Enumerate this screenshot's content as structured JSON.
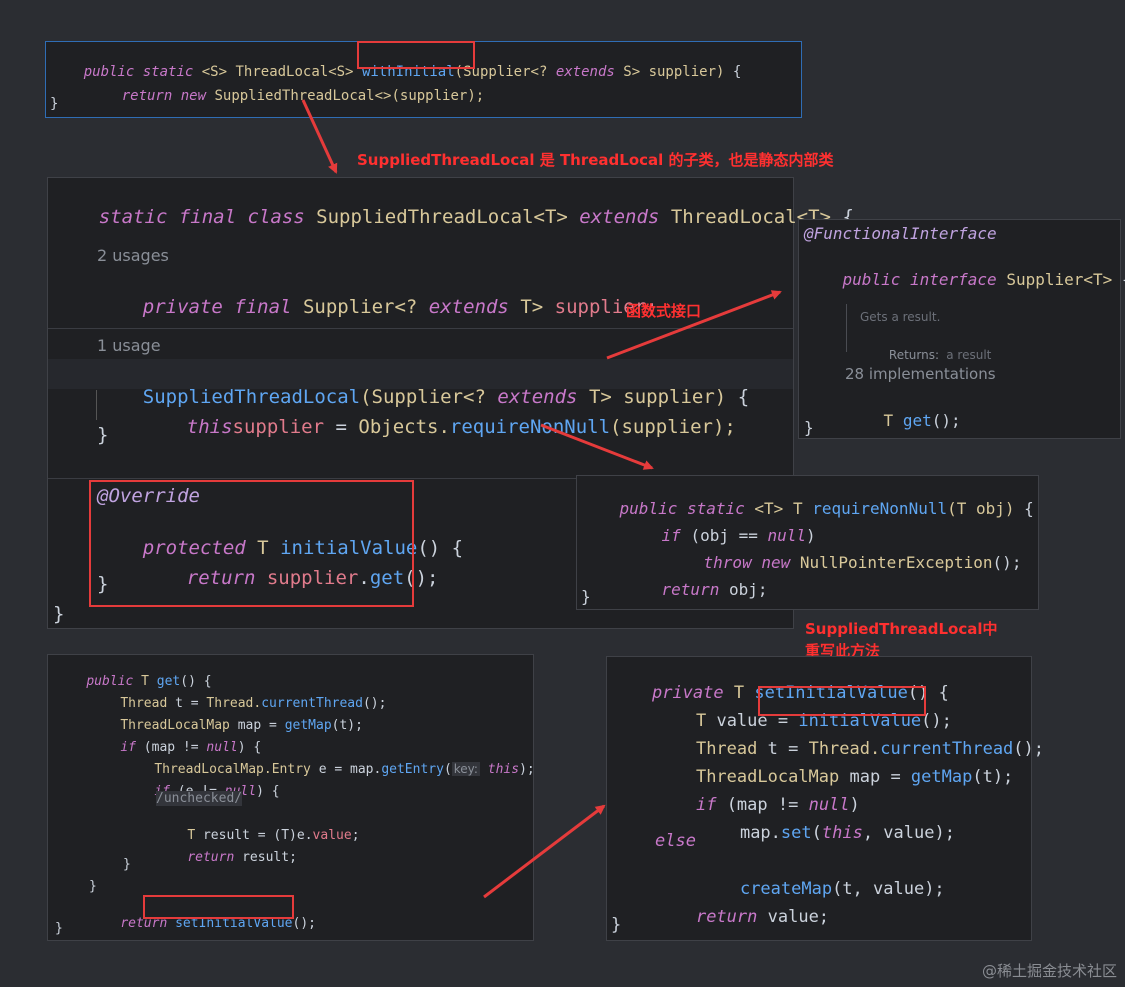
{
  "panel1": {
    "l1": {
      "a": "public",
      "b": "static",
      "c": "<S>",
      "d": "ThreadLocal<S>",
      "e": "withInitial",
      "f": "(Supplier<?",
      "g": "extends",
      "h": "S>",
      "i": "supplier)",
      "j": "{"
    },
    "l2": {
      "a": "return",
      "b": "new",
      "c": "SuppliedThreadLocal<>(supplier);"
    },
    "l3": "}"
  },
  "note1": "SuppliedThreadLocal 是 ThreadLocal 的子类，也是静态内部类",
  "panel2": {
    "l1": {
      "a": "static",
      "b": "final",
      "c": "class",
      "d": "SuppliedThreadLocal<T>",
      "e": "extends",
      "f": "ThreadLocal<T>",
      "g": "{"
    },
    "usages1": "2 usages",
    "l2": {
      "a": "private",
      "b": "final",
      "c": "Supplier<?",
      "d": "extends",
      "e": "T>",
      "f": "supplier;"
    },
    "usages2": "1 usage",
    "l3": {
      "a": "SuppliedThreadLocal",
      "b": "(Supplier<?",
      "c": "extends",
      "d": "T>",
      "e": "supplier)",
      "f": "{"
    },
    "l4": {
      "a": "this",
      ".": ".",
      "b": "supplier",
      "c": " = ",
      "d": "Objects.",
      "e": "requireNonNull",
      "f": "(supplier);"
    },
    "l5": "}",
    "l6": "@Override",
    "l7": {
      "a": "protected",
      "b": "T",
      "c": "initialValue",
      "d": "() {"
    },
    "l8": {
      "a": "return",
      "b": "supplier",
      "c": ".",
      "d": "get",
      "e": "();"
    },
    "l9": "}",
    "l10": "}"
  },
  "panel3": {
    "l1": "@FunctionalInterface",
    "l2": {
      "a": "public",
      "b": "interface",
      "c": "Supplier<T>",
      "d": "{"
    },
    "doc1": "Gets a result.",
    "doc2a": "Returns:",
    "doc2b": "a result",
    "impl": "28 implementations",
    "l3": {
      "a": "T",
      "b": "get",
      "c": "();"
    },
    "l4": "}"
  },
  "note2": "函数式接口",
  "panel4": {
    "l1": {
      "a": "public",
      "b": "static",
      "c": "<T>",
      "d": "T",
      "e": "requireNonNull",
      "f": "(T",
      "g": "obj)",
      "h": "{"
    },
    "l2": {
      "a": "if",
      "b": "(obj == ",
      "c": "null",
      ")": ")"
    },
    "l3": {
      "a": "throw",
      "b": "new",
      "c": "NullPointerException",
      "d": "();"
    },
    "l4": {
      "a": "return",
      "b": "obj;"
    },
    "l5": "}"
  },
  "note3": {
    "a": "SuppliedThreadLocal中",
    "b": "重写此方法"
  },
  "panel5": {
    "l1": {
      "a": "public",
      "b": "T",
      "c": "get",
      "d": "() {"
    },
    "l2": {
      "a": "Thread",
      "b": "t = ",
      "c": "Thread.",
      "d": "currentThread",
      "e": "();"
    },
    "l3": {
      "a": "ThreadLocalMap",
      "b": "map = ",
      "c": "getMap",
      "d": "(t);"
    },
    "l4": {
      "a": "if",
      "b": "(map != ",
      "c": "null",
      ")": ") {"
    },
    "l5": {
      "a": "ThreadLocalMap.Entry",
      "b": "e = map.",
      "c": "getEntry",
      "d": "(",
      "hint": "key:",
      "e": "this",
      "f": ");"
    },
    "l6": {
      "a": "if",
      "b": "(e != ",
      "c": "null",
      ")": ") {"
    },
    "l7": "/unchecked/",
    "l8": {
      "a": "T",
      "b": "result = (T)e.",
      "c": "value",
      "d": ";"
    },
    "l9": {
      "a": "return",
      "b": "result;"
    },
    "l10": "}",
    "l11": "}",
    "l12": {
      "a": "return",
      "b": "setInitialValue",
      "c": "();"
    },
    "l13": "}"
  },
  "panel6": {
    "l1": {
      "a": "private",
      "b": "T",
      "c": "setInitialValue",
      "d": "() {"
    },
    "l2": {
      "a": "T",
      "b": "value = ",
      "c": "initialValue",
      "d": "();"
    },
    "l3": {
      "a": "Thread",
      "b": "t = ",
      "c": "Thread.",
      "d": "currentThread",
      "e": "();"
    },
    "l4": {
      "a": "ThreadLocalMap",
      "b": "map = ",
      "c": "getMap",
      "d": "(t);"
    },
    "l5": {
      "a": "if",
      "b": "(map != ",
      "c": "null",
      ")": ")"
    },
    "l6": {
      "a": "map.",
      "b": "set",
      "c": "(",
      "d": "this",
      "e": ", value);"
    },
    "l7": "else",
    "l8": {
      "a": "createMap",
      "b": "(t, value);"
    },
    "l9": {
      "a": "return",
      "b": "value;"
    },
    "l10": "}"
  },
  "watermark": "@稀土掘金技术社区",
  "colors": {
    "keyword": "#c878c9",
    "type": "#d8c89a",
    "method": "#5fa6f2",
    "field": "#e17b8c",
    "annotation_box": "#e53b3b",
    "note": "#ff3030"
  }
}
